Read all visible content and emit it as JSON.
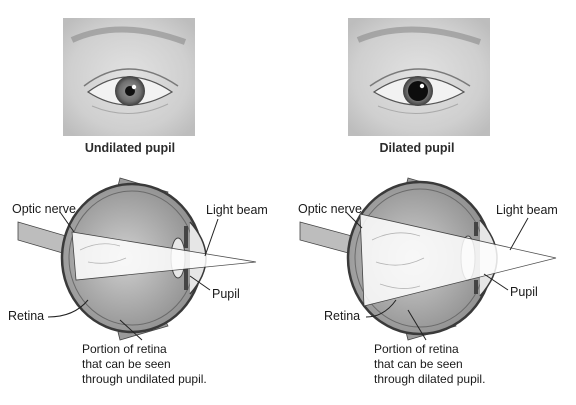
{
  "panels": {
    "left": {
      "caption": "Undilated pupil",
      "labels": {
        "optic_nerve": "Optic nerve",
        "light_beam": "Light beam",
        "pupil": "Pupil",
        "retina": "Retina"
      },
      "note": "Portion of retina\nthat can be seen\nthrough undilated pupil."
    },
    "right": {
      "caption": "Dilated pupil",
      "labels": {
        "optic_nerve": "Optic nerve",
        "light_beam": "Light beam",
        "pupil": "Pupil",
        "retina": "Retina"
      },
      "note": "Portion of retina\nthat can be seen\nthrough dilated pupil."
    }
  }
}
